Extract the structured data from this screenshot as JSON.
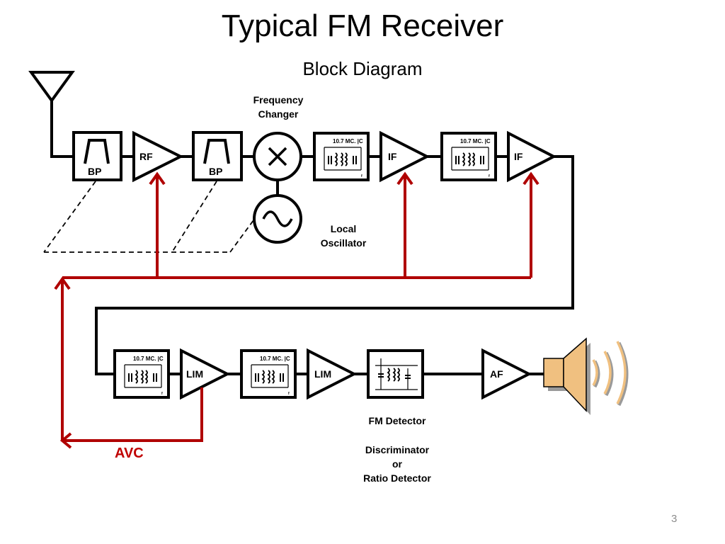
{
  "title": "Typical FM Receiver",
  "subtitle": "Block Diagram",
  "labels": {
    "freq_changer": "Frequency\nChanger",
    "local_osc": "Local\nOscillator",
    "fm_detector": "FM Detector",
    "discriminator": "Discriminator",
    "or": "or",
    "ratio_detector": "Ratio Detector",
    "avc": "AVC"
  },
  "blocks": {
    "bp1": "BP",
    "rf": "RF",
    "bp2": "BP",
    "if1": "IF",
    "if2": "IF",
    "lim1": "LIM",
    "lim2": "LIM",
    "af": "AF"
  },
  "if_transformer_text": "10.7 MC.",
  "page_number": "3",
  "colors": {
    "signal": "#000000",
    "avc_loop": "#b00000",
    "speaker": "#f0c080",
    "shadow": "#9a9a9a"
  }
}
